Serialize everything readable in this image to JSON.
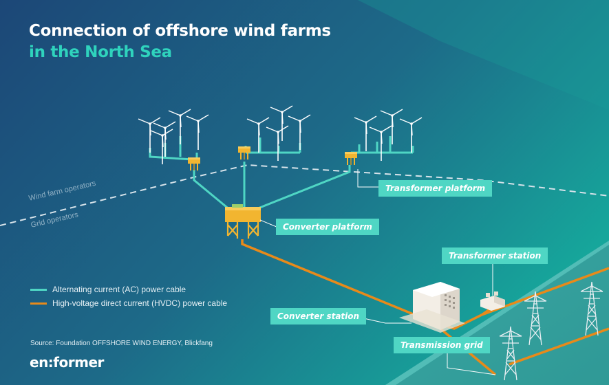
{
  "title": {
    "line1": "Connection of offshore wind farms",
    "line2": "in the North Sea"
  },
  "divider": {
    "upper_label": "Wind farm operators",
    "lower_label": "Grid operators"
  },
  "callouts": {
    "transformer_platform": "Transformer platform",
    "converter_platform": "Converter platform",
    "transformer_station": "Transformer station",
    "converter_station": "Converter station",
    "transmission_grid": "Transmission grid"
  },
  "legend": {
    "items": [
      {
        "label": "Alternating current (AC) power cable",
        "color": "#4fd6c4"
      },
      {
        "label": "High-voltage direct current (HVDC) power cable",
        "color": "#e88a1a"
      }
    ]
  },
  "source": "Source: Foundation OFFSHORE WIND ENERGY, Blickfang",
  "logo": "en:former",
  "colors": {
    "bg_top": "#1c4f7a",
    "bg_teal": "#1a9f9a",
    "land": "#3fa8a4",
    "ac_cable": "#4fd6c4",
    "hvdc_cable": "#e88a1a",
    "platform": "#f2b530"
  },
  "icons": [
    "wind-turbine-icon",
    "transformer-platform-icon",
    "converter-platform-icon",
    "converter-station-icon",
    "transformer-station-icon",
    "pylon-icon"
  ]
}
